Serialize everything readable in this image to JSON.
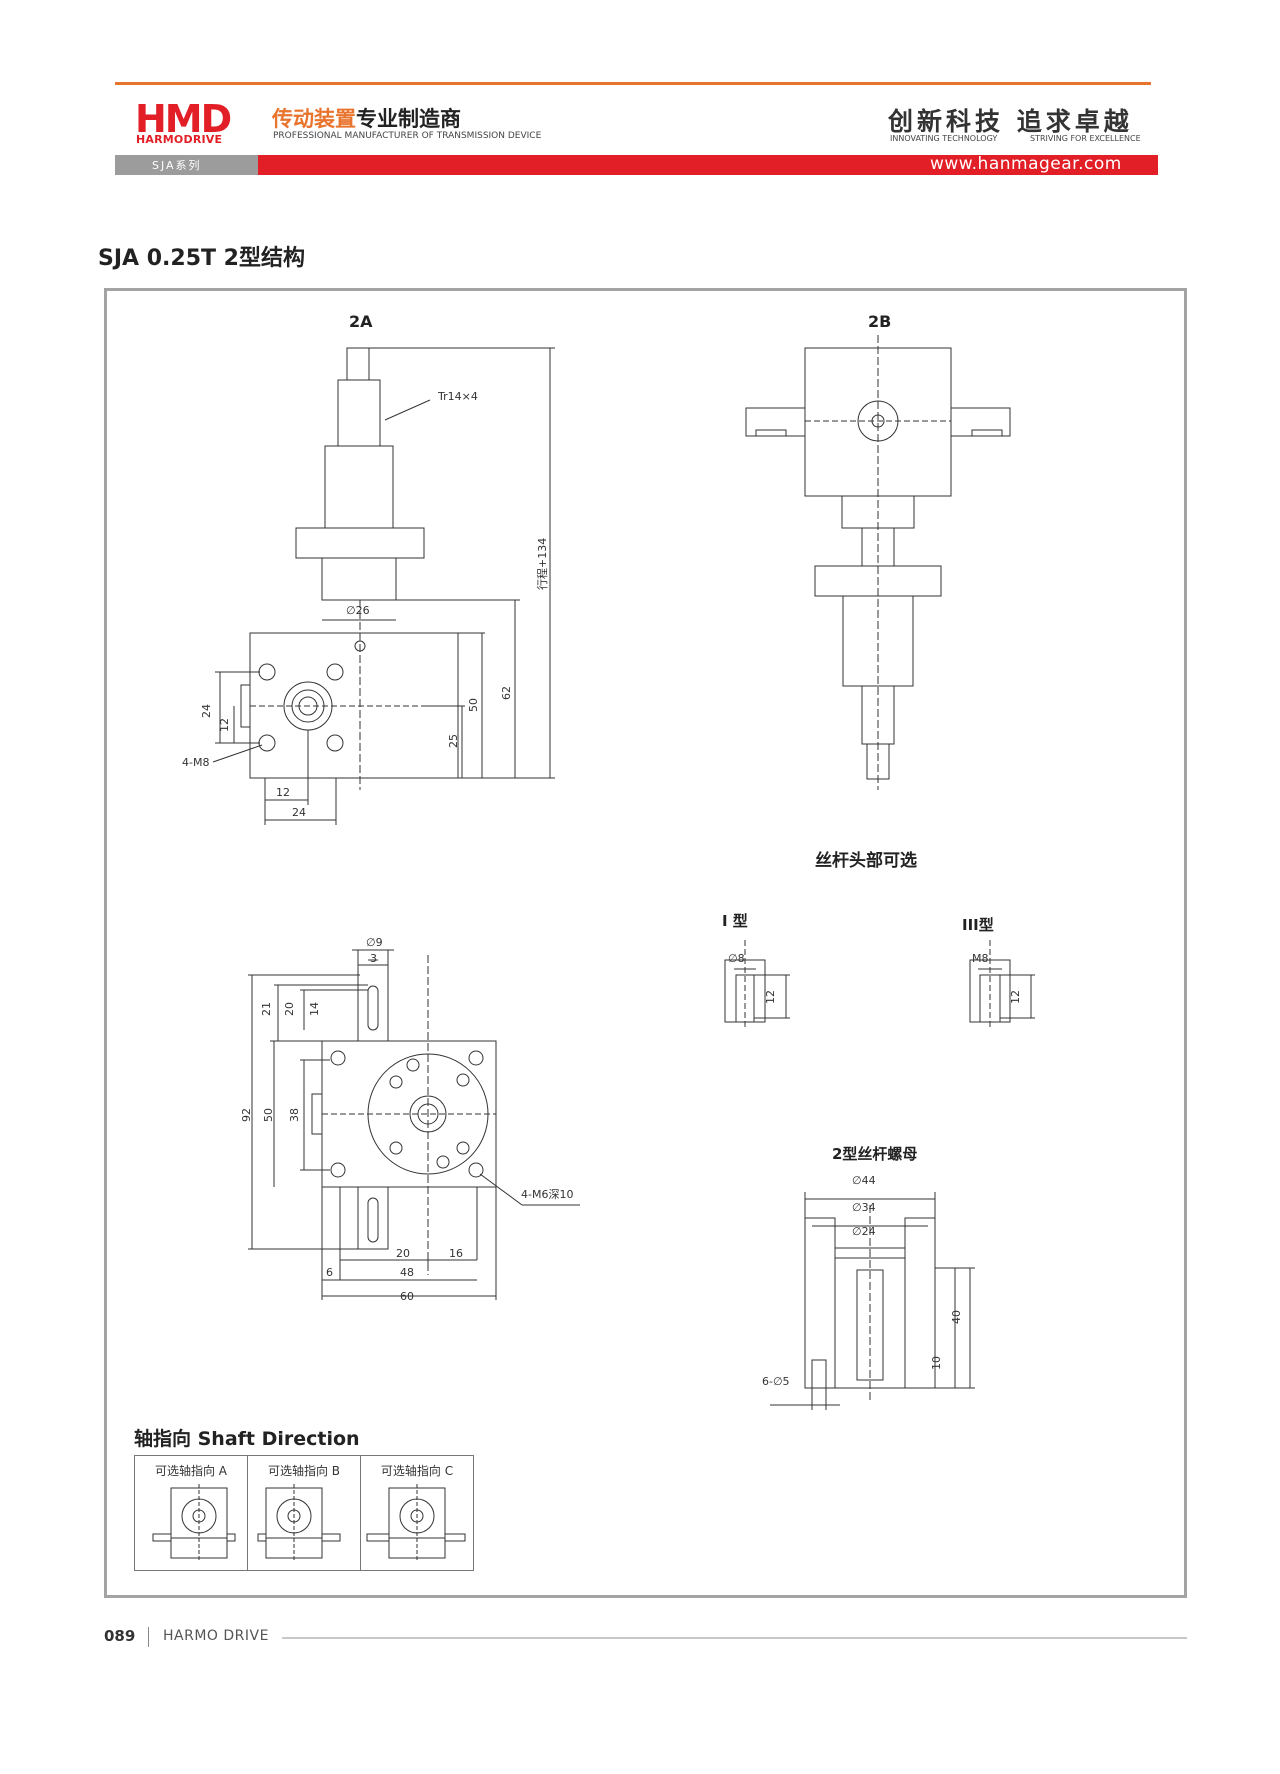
{
  "header": {
    "logo_text": "HMD",
    "logo_sub": "HARMODRIVE",
    "tagline_cn_part1": "传动装置",
    "tagline_cn_part2": "专业制造商",
    "tagline_en": "PROFESSIONAL MANUFACTURER OF TRANSMISSION DEVICE",
    "slogan_cn": "创新科技  追求卓越",
    "slogan_en_1": "INNOVATING TECHNOLOGY",
    "slogan_en_2": "STRIVING FOR EXCELLENCE",
    "series_tag": "SJA系列",
    "website": "www.hanmagear.com"
  },
  "page_title": "SJA 0.25T 2型结构",
  "views": {
    "view_2a": "2A",
    "view_2b": "2B",
    "screw_head_title": "丝杆头部可选",
    "type_i": "I 型",
    "type_iii": "III型",
    "nut_title": "2型丝杆螺母"
  },
  "dims": {
    "tr": "Tr14×4",
    "stroke": "行程+134",
    "d26": "∅26",
    "d62": "62",
    "d50": "50",
    "d25": "25",
    "d24": "24",
    "d12": "12",
    "m8": "4-M8",
    "b12": "12",
    "b24": "24",
    "d9": "∅9",
    "d3": "3",
    "d21": "21",
    "d20": "20",
    "d14": "14",
    "d92": "92",
    "d50b": "50",
    "d38": "38",
    "m6": "4-M6深10",
    "b20": "20",
    "b16": "16",
    "b6": "6",
    "b48": "48",
    "b60": "60",
    "i_d8": "∅8",
    "i_12": "12",
    "iii_m8": "M8",
    "iii_12": "12",
    "n44": "∅44",
    "n34": "∅34",
    "n24": "∅24",
    "n40": "40",
    "n10": "10",
    "n6d5": "6-∅5"
  },
  "shaft_direction": {
    "title": "轴指向 Shaft Direction",
    "options": [
      "可选轴指向 A",
      "可选轴指向 B",
      "可选轴指向 C"
    ]
  },
  "footer": {
    "page_number": "089",
    "brand": "HARMO DRIVE"
  }
}
